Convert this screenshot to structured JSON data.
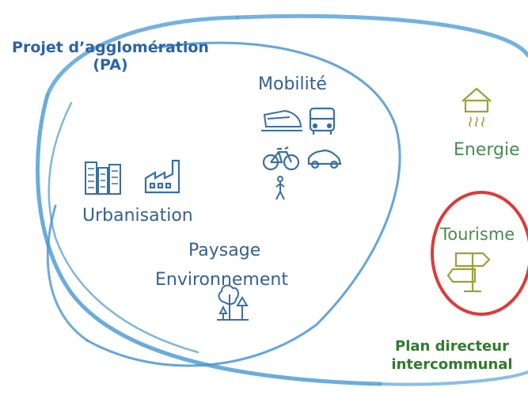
{
  "pa": {
    "title_line1": "Projet d’agglomération",
    "title_line2": "(PA)"
  },
  "themes": {
    "mobilite": "Mobilité",
    "urbanisation": "Urbanisation",
    "paysage": "Paysage",
    "environnement": "Environnement",
    "energie": "Energie",
    "tourisme": "Tourisme"
  },
  "pdi": {
    "line1": "Plan directeur",
    "line2": "intercommunal"
  },
  "colors": {
    "pa_ring": "#5aa3d8",
    "blue_text": "#37608f",
    "blue_icon": "#3a6fa3",
    "green_text": "#4a8a52",
    "icon_olive": "#9aa234",
    "pdi_text": "#2f7a2d",
    "tourism_ring": "#dd3b3b"
  },
  "icons": [
    "train-icon",
    "bus-icon",
    "bicycle-icon",
    "car-icon",
    "pedestrian-icon",
    "buildings-icon",
    "factory-icon",
    "trees-icon",
    "house-energy-icon",
    "signpost-icon"
  ]
}
